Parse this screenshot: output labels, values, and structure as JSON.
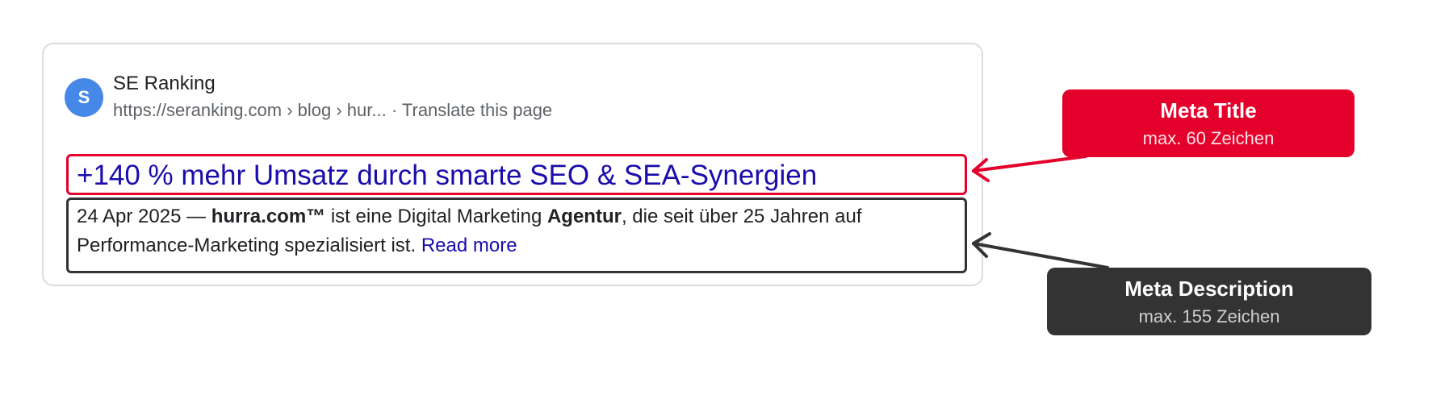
{
  "site": {
    "avatar_letter": "S",
    "name": "SE Ranking",
    "url": "https://seranking.com › blog › hur...",
    "separator": " · ",
    "translate_label": "Translate this page"
  },
  "result": {
    "title": "+140 % mehr Umsatz durch smarte SEO & SEA-Synergien",
    "date": "24 Apr 2025",
    "dash": " — ",
    "brand": "hurra.com™",
    "text_1": " ist eine Digital Marketing ",
    "keyword": "Agentur",
    "text_2": ", die seit über 25 Jahren auf Performance-Marketing spezialisiert ist. ",
    "read_more": "Read more"
  },
  "callouts": {
    "title": {
      "heading": "Meta Title",
      "sub": "max. 60 Zeichen"
    },
    "description": {
      "heading": "Meta Description",
      "sub": "max. 155 Zeichen"
    }
  },
  "colors": {
    "title_accent": "#e4002b",
    "description_accent": "#333333",
    "link": "#1a0dab",
    "avatar": "#4688e8"
  }
}
